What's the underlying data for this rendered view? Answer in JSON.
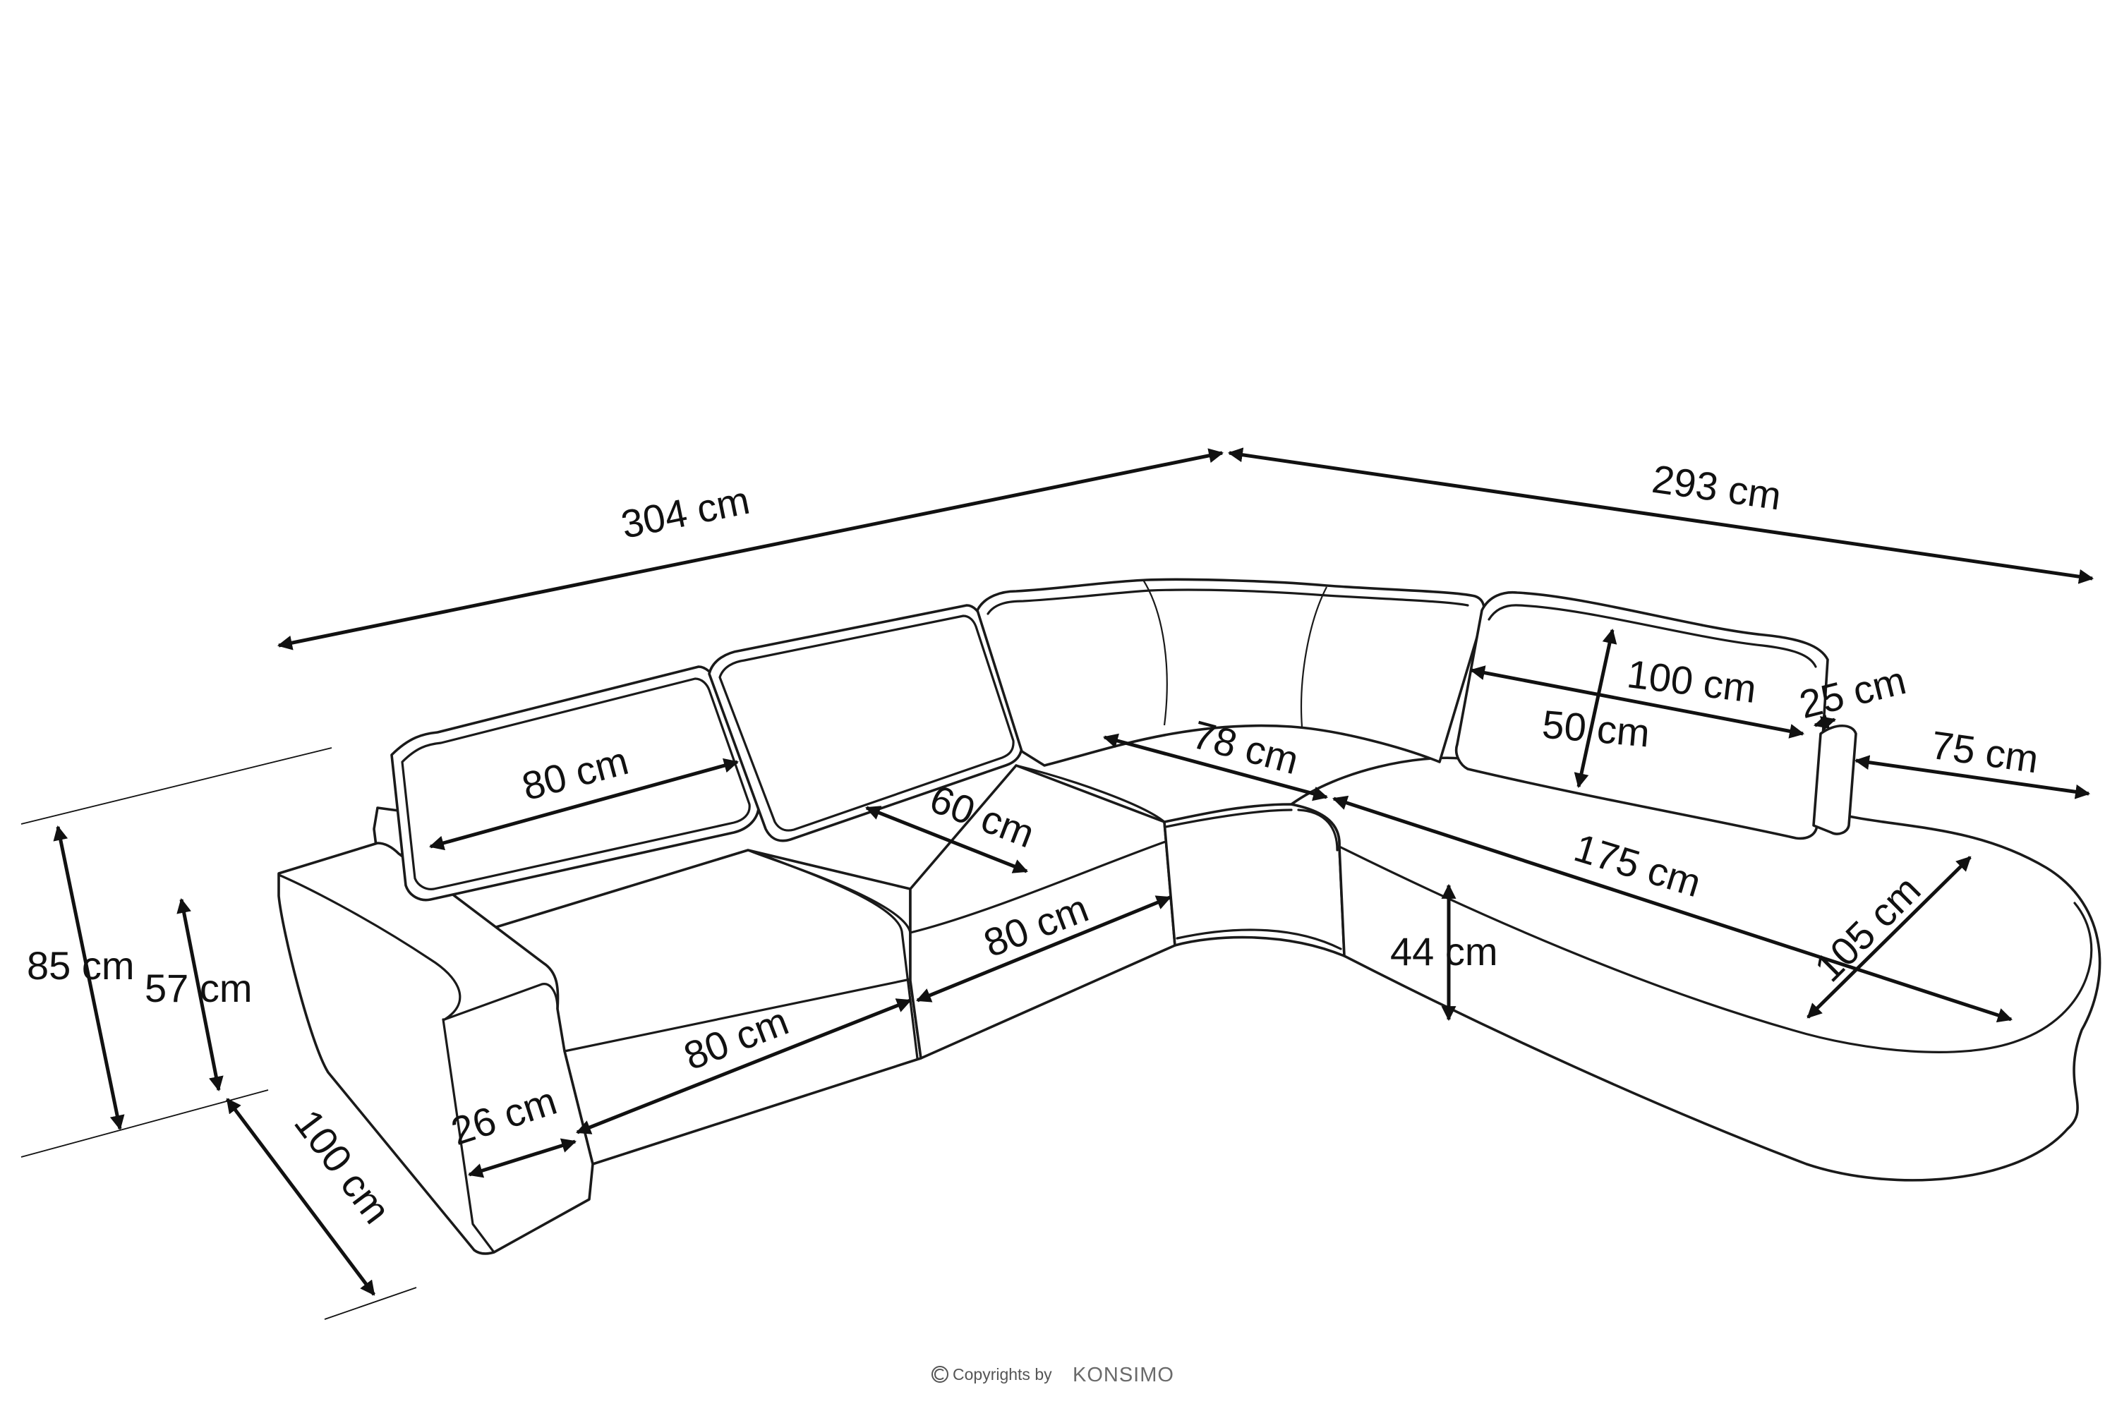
{
  "dimensions": {
    "total_width_left": "304 cm",
    "total_width_right": "293 cm",
    "total_height": "85 cm",
    "armrest_height": "57 cm",
    "depth": "100 cm",
    "armrest_width": "26 cm",
    "backrest_width": "80 cm",
    "seat_depth": "60 cm",
    "seat_width_front": "80 cm",
    "seat_width_middle": "80 cm",
    "corner_seat": "78 cm",
    "chaise_length": "175 cm",
    "chaise_width": "105 cm",
    "seat_height": "44 cm",
    "cushion_width": "100 cm",
    "cushion_height": "50 cm",
    "cushion_thickness": "25 cm",
    "chaise_back_depth": "75 cm"
  },
  "footer": {
    "copyright": "Copyrights by",
    "brand": "KONSIMO"
  },
  "colors": {
    "line": "#1a1a1a",
    "background": "#ffffff"
  },
  "icons": {
    "copyright": "copyright-icon",
    "arrowhead": "arrowhead-icon"
  }
}
